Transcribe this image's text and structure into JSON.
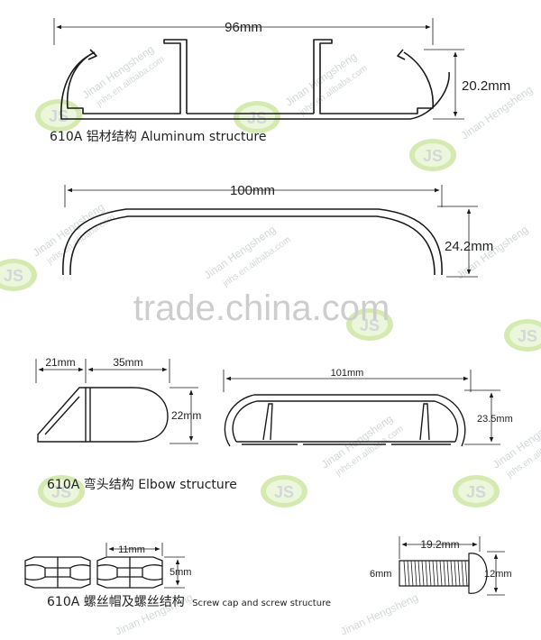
{
  "profile": {
    "width_label": "96mm",
    "height_label": "20.2mm",
    "caption": "610A 铝材结构 Aluminum structure"
  },
  "cover": {
    "width_label": "100mm",
    "height_label": "24.2mm"
  },
  "elbow": {
    "depth_label": "21mm",
    "body_label": "35mm",
    "height_label": "22mm",
    "end_width_label": "101mm",
    "end_height_label": "23.5mm",
    "caption": "610A 弯头结构 Elbow structure"
  },
  "screw": {
    "nut_width_label": "11mm",
    "nut_height_label": "5mm",
    "bolt_length_label": "19.2mm",
    "bolt_thread_label": "6mm",
    "bolt_head_label": "12mm",
    "caption_main": "610A 螺丝帽及螺丝结构",
    "caption_sub": "Screw cap and screw structure"
  },
  "watermark": {
    "center_text": "trade.china.com",
    "logo_text": "JS",
    "company": "Jinan Hengsheng",
    "site": "jnhs.en.alibaba.com"
  },
  "colors": {
    "line": "#1a1a1a",
    "accent_green": "#8dc63f"
  }
}
